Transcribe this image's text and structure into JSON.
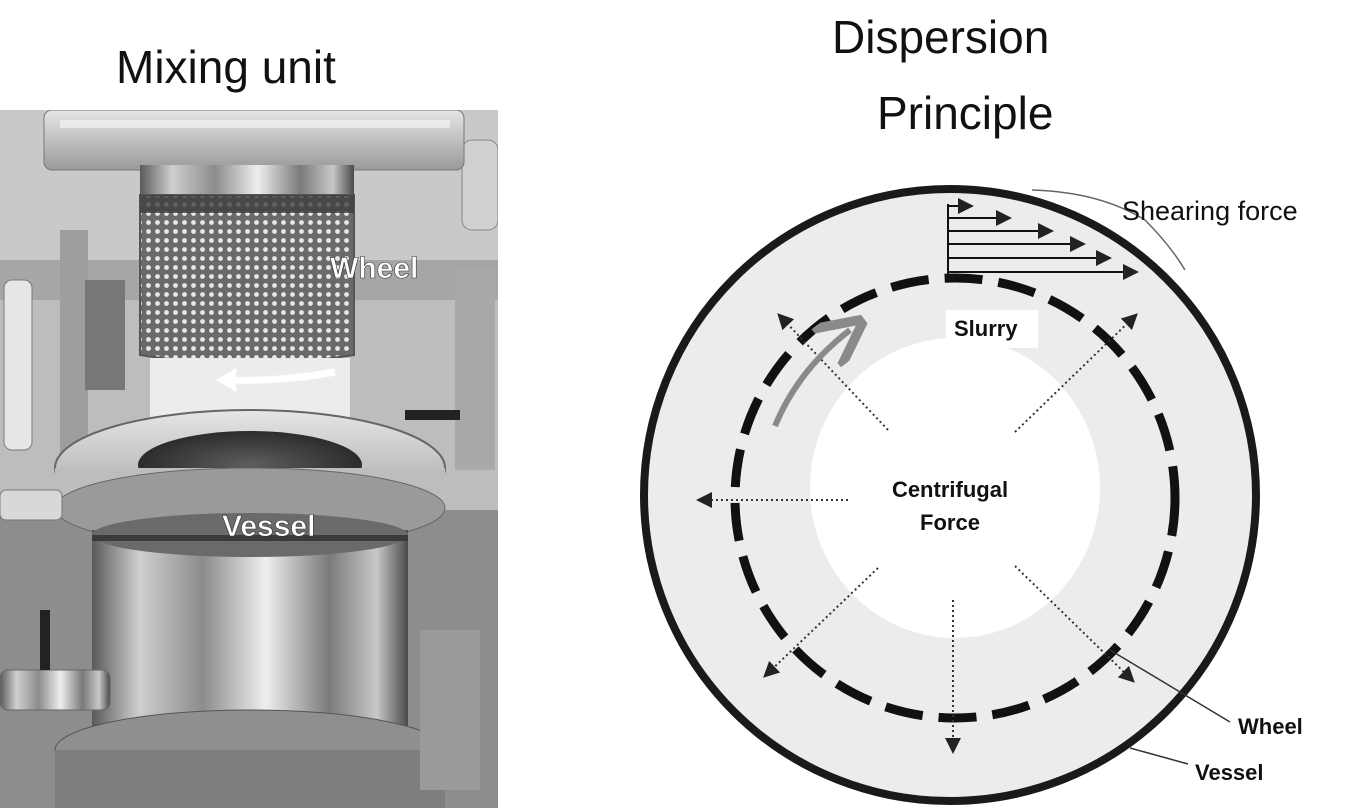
{
  "left_panel": {
    "title": "Mixing unit",
    "photo_labels": {
      "wheel": "Wheel",
      "vessel": "Vessel"
    }
  },
  "right_panel": {
    "title_line1": "Dispersion",
    "title_line2": "Principle",
    "labels": {
      "shearing_force": "Shearing force",
      "slurry": "Slurry",
      "centrifugal_line1": "Centrifugal",
      "centrifugal_line2": "Force",
      "wheel": "Wheel",
      "vessel": "Vessel"
    }
  },
  "colors": {
    "background": "#ffffff",
    "text": "#111111",
    "slurry_fill": "#ececec",
    "steel_dark": "#3a3a3a",
    "steel_light": "#d9d9d9",
    "rotation_arrow": "#8a8a8a"
  }
}
